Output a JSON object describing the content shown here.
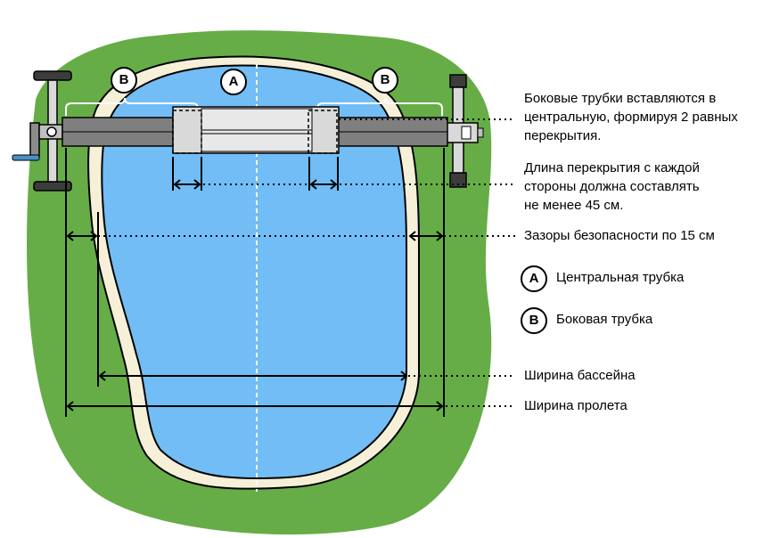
{
  "colors": {
    "lawn": "#66ad47",
    "deck": "#f7f0d9",
    "water": "#72bdf5",
    "tube_dark": "#7f7f7f",
    "tube_center": "#d9d9d9",
    "outline": "#000000"
  },
  "markers": {
    "side_left": "B",
    "center": "A",
    "side_right": "B"
  },
  "notes": {
    "overlap_insert": "Боковые трубки вставляются в\nцентральную, формируя 2 равных\nперекрытия.",
    "overlap_length": "Длина перекрытия с каждой\nстороны должна составлять\nне менее 45 см.",
    "safety_gap": "Зазоры безопасности по 15 см",
    "pool_width": "Ширина бассейна",
    "span_width": "Ширина пролета"
  },
  "legend": [
    {
      "letter": "A",
      "label": "Центральная трубка"
    },
    {
      "letter": "B",
      "label": "Боковая трубка"
    }
  ]
}
